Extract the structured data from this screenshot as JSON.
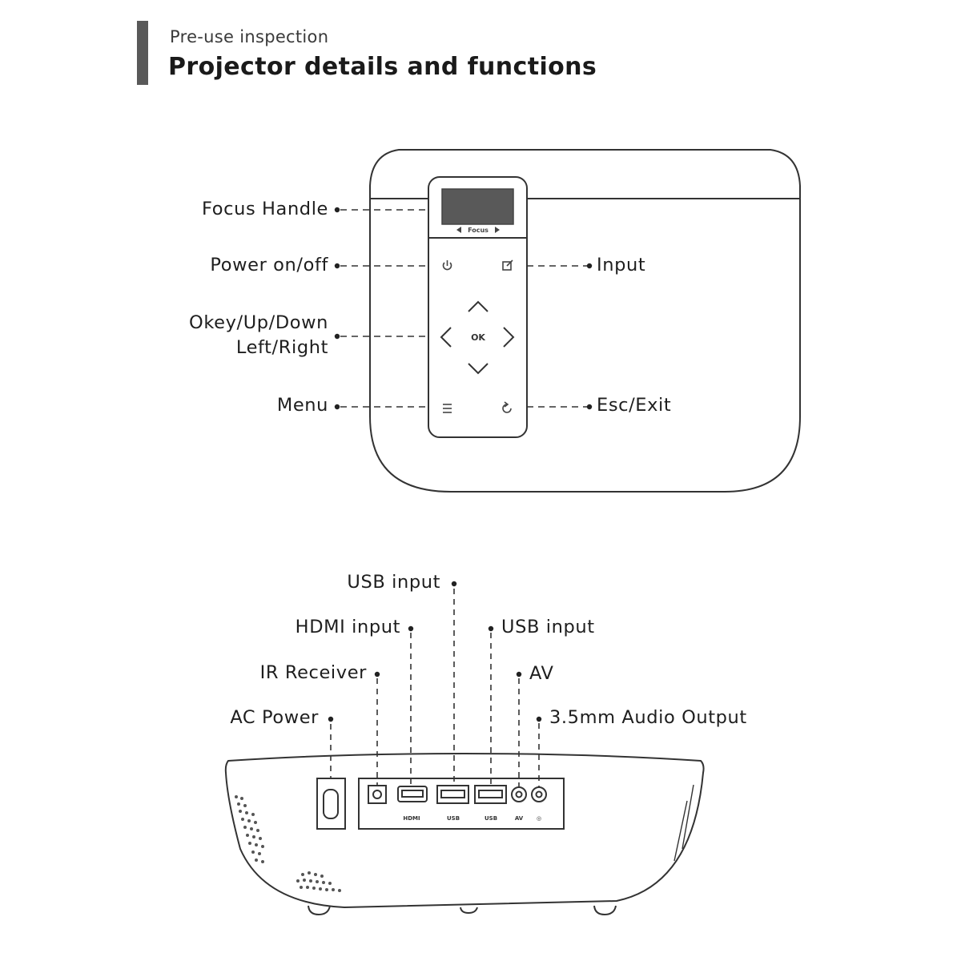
{
  "header": {
    "section": "Pre-use inspection",
    "title": "Projector details and functions"
  },
  "top_view": {
    "focus_text": "Focus",
    "ok_text": "OK",
    "callouts": {
      "focus_handle": "Focus Handle",
      "power": "Power on/off",
      "nav_line1": "Okey/Up/Down",
      "nav_line2": "Left/Right",
      "menu": "Menu",
      "input": "Input",
      "esc": "Esc/Exit"
    }
  },
  "rear_view": {
    "port_labels": [
      "HDMI",
      "USB",
      "USB",
      "AV",
      "◎"
    ],
    "callouts": {
      "usb_top": "USB input",
      "hdmi": "HDMI input",
      "ir": "IR Receiver",
      "ac": "AC Power",
      "usb_right": "USB input",
      "av": "AV",
      "audio": "3.5mm Audio Output"
    }
  }
}
